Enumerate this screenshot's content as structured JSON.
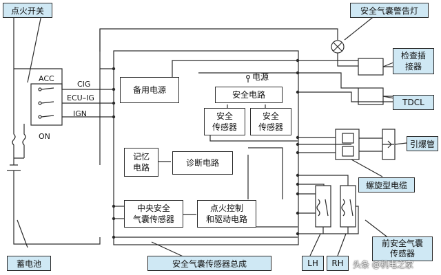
{
  "callouts": {
    "ignition_switch": "点火开关",
    "airbag_warning_lamp": "安全气囊警告灯",
    "check_connector": "检查插\n接器",
    "tdcl": "TDCL",
    "detonator": "引爆管",
    "spiral_cable": "螺旋型电缆",
    "battery": "蓄电池",
    "sensor_assembly": "安全气囊传感器总成",
    "lh": "LH",
    "rh": "RH",
    "front_airbag": "前安全气囊\n传感器"
  },
  "ecu_blocks": {
    "backup_power": "备用电源",
    "power_label": "电源",
    "safety_circuit": "安全电路",
    "safety_sensor_1": "安全\n传感器",
    "safety_sensor_2": "安全\n传感器",
    "memory_circuit": "记忆\n电路",
    "diagnosis_circuit": "诊断电路",
    "central_sensor": "中央安全\n气囊传感器",
    "ignition_control": "点火控制\n和驱动电路"
  },
  "switch_labels": {
    "acc": "ACC",
    "cig": "CIG",
    "ecu_ig": "ECU–IG",
    "ign": "IGN",
    "on": "ON"
  },
  "watermark": "头条 @机电之家",
  "colors": {
    "callout_fill": "#cfe8f4",
    "line": "#2a2a2a",
    "background": "#ffffff"
  }
}
